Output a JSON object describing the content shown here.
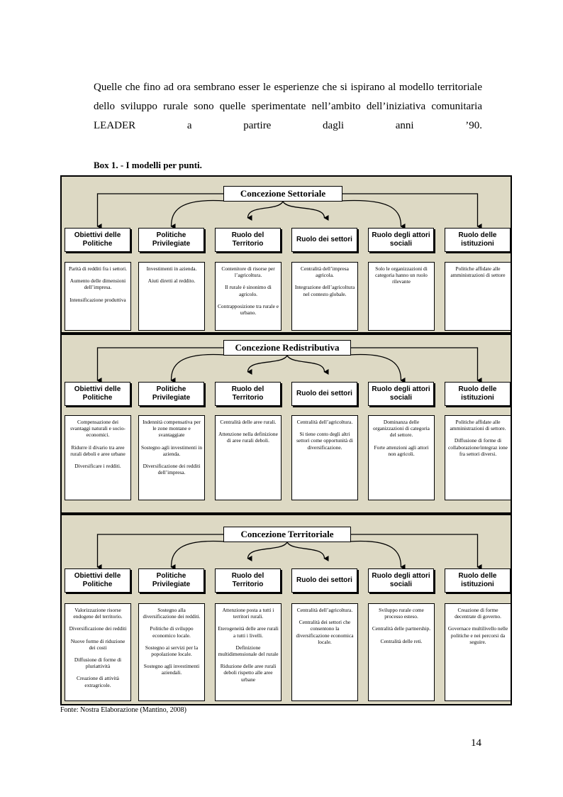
{
  "intro_text": "Quelle che fino ad ora sembrano esser le esperienze che si ispirano al modello territoriale dello sviluppo rurale sono quelle sperimentate nell’ambito dell’iniziativa comunitaria LEADER a partire dagli anni ’90.",
  "box_title": "Box 1. - I modelli per punti.",
  "colors": {
    "section_bg": "#ddd9c4",
    "border": "#000000",
    "box_bg": "#ffffff"
  },
  "sections": [
    {
      "title": "Concezione Settoriale",
      "columns": [
        {
          "header": "Obiettivi delle Politiche",
          "body": [
            "Parità di redditi fra i settori.",
            "Aumento delle dimensioni dell’impresa.",
            "Intensificazione produttiva"
          ]
        },
        {
          "header": "Politiche Privilegiate",
          "body": [
            "Investimenti in azienda.",
            "Aiuti diretti al reddito."
          ]
        },
        {
          "header": "Ruolo del Territorio",
          "body": [
            "Contenitore di risorse per l’agricoltura.",
            "Il rurale è sinonimo di agricolo.",
            "Contrapposizione tra rurale e urbano."
          ]
        },
        {
          "header": "Ruolo dei settori",
          "body": [
            "Centralità dell’impresa agricola.",
            "Integrazione dell’agricoltura nel contesto globale."
          ]
        },
        {
          "header": "Ruolo degli attori sociali",
          "body": [
            "Solo le organizzazioni di categoria hanno un ruolo rilevante"
          ]
        },
        {
          "header": "Ruolo delle istituzioni",
          "body": [
            "Politiche affidate alle amministrazioni di settore"
          ]
        }
      ]
    },
    {
      "title": "Concezione Redistributiva",
      "columns": [
        {
          "header": "Obiettivi delle Politiche",
          "body": [
            "Compensazione dei svantaggi naturali e socio-economici.",
            "Ridurre il divario tra aree rurali deboli e aree urbane",
            "Diversificare i redditi."
          ]
        },
        {
          "header": "Politiche Privilegiate",
          "body": [
            "Indennità compensativa per le zone montane e svantaggiate",
            "Sostegno agli investimenti in azienda.",
            "Diversificazione dei redditi dell’impresa."
          ]
        },
        {
          "header": "Ruolo del Territorio",
          "body": [
            "Centralità delle aree rurali.",
            "Attenzione nella definizione di aree rurali deboli."
          ]
        },
        {
          "header": "Ruolo dei settori",
          "body": [
            "Centralità dell’agricoltura.",
            "Si tiene conto degli altri settori come opportunità di diversificazione."
          ]
        },
        {
          "header": "Ruolo degli attori sociali",
          "body": [
            "Dominanza delle organizzazioni di categoria del settore.",
            "Forte attenzioni agli attori non agricoli."
          ]
        },
        {
          "header": "Ruolo delle istituzioni",
          "body": [
            "Politiche affidate alle amministrazioni di settore.",
            "Diffusione di forme di collaborazione/integraz ione fra settori diversi."
          ]
        }
      ]
    },
    {
      "title": "Concezione Territoriale",
      "columns": [
        {
          "header": "Obiettivi delle Politiche",
          "body": [
            "Valorizzazione risorse endogene del territorio.",
            "Diversificazione dei redditi",
            "Nuove forme di riduzione dei costi",
            "Diffusione di forme di pluriattività",
            "Creazione di attività extragricole."
          ]
        },
        {
          "header": "Politiche Privilegiate",
          "body": [
            "Sostegno alla diversificazione dei redditi.",
            "Politiche di sviluppo economico locale.",
            "Sostegno ai servizi per la popolazione locale.",
            "Sostegno agli investimenti aziendali."
          ]
        },
        {
          "header": "Ruolo del Territorio",
          "body": [
            "Attenzione posta a tutti i territori rurali.",
            "Eterogeneità delle aree rurali a tutti i livelli.",
            "Definizione multidimensionale del rurale",
            "Riduzione delle aree rurali deboli rispetto alle aree urbane"
          ]
        },
        {
          "header": "Ruolo dei settori",
          "body": [
            "Centralità dell’agricoltura.",
            "Centralità dei settori che consentono la diversificazione economica locale."
          ]
        },
        {
          "header": "Ruolo degli attori sociali",
          "body": [
            "Sviluppo rurale come processo esteso.",
            "Centralità delle partnership.",
            "Centralità delle reti."
          ]
        },
        {
          "header": "Ruolo delle istituzioni",
          "body": [
            "Creazione di forme decentrate di governo.",
            "Governace multilivello nelle politiche e nei percorsi da seguire."
          ]
        }
      ]
    }
  ],
  "source_note": "Fonte: Nostra Elaborazione (Mantino, 2008)",
  "page_number": "14"
}
